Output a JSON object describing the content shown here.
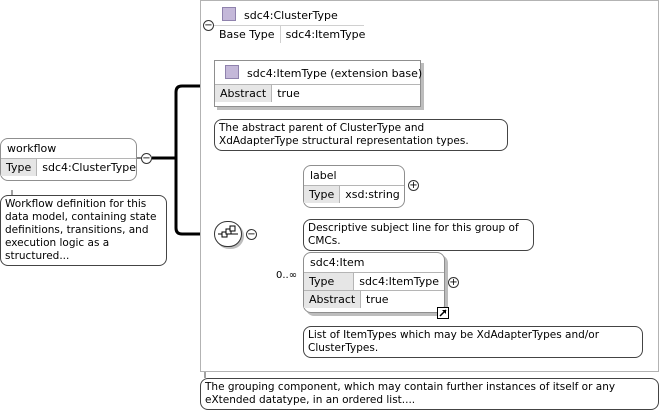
{
  "workflow": {
    "name": "workflow",
    "type_key": "Type",
    "type_value": "sdc4:ClusterType",
    "note": "Workflow definition for this data model, containing state definitions, transitions, and execution logic as a structured..."
  },
  "cluster_type": {
    "title": "sdc4:ClusterType",
    "base_type_key": "Base Type",
    "base_type_value": "sdc4:ItemType"
  },
  "item_type_base": {
    "title": "sdc4:ItemType (extension base)",
    "abstract_key": "Abstract",
    "abstract_value": "true",
    "note": "The abstract parent of ClusterType and XdAdapterType structural representation types."
  },
  "label_element": {
    "name": "label",
    "type_key": "Type",
    "type_value": "xsd:string",
    "note": "Descriptive subject line for this group of CMCs."
  },
  "item_element": {
    "name": "sdc4:Item",
    "type_key": "Type",
    "type_value": "sdc4:ItemType",
    "abstract_key": "Abstract",
    "abstract_value": "true",
    "cardinality": "0..∞",
    "note": "List of ItemTypes which may be XdAdapterTypes and/or ClusterTypes."
  },
  "sequence_note": "The grouping component, which may contain further instances of itself or any eXtended datatype, in an ordered list....",
  "icons": {
    "collapse": "−",
    "expand": "+",
    "sequence": "sequence-compositor-icon",
    "link": "link-arrow-icon"
  },
  "colors": {
    "type_icon": "#c4b8d9",
    "key_cell": "#e6e6e6"
  }
}
